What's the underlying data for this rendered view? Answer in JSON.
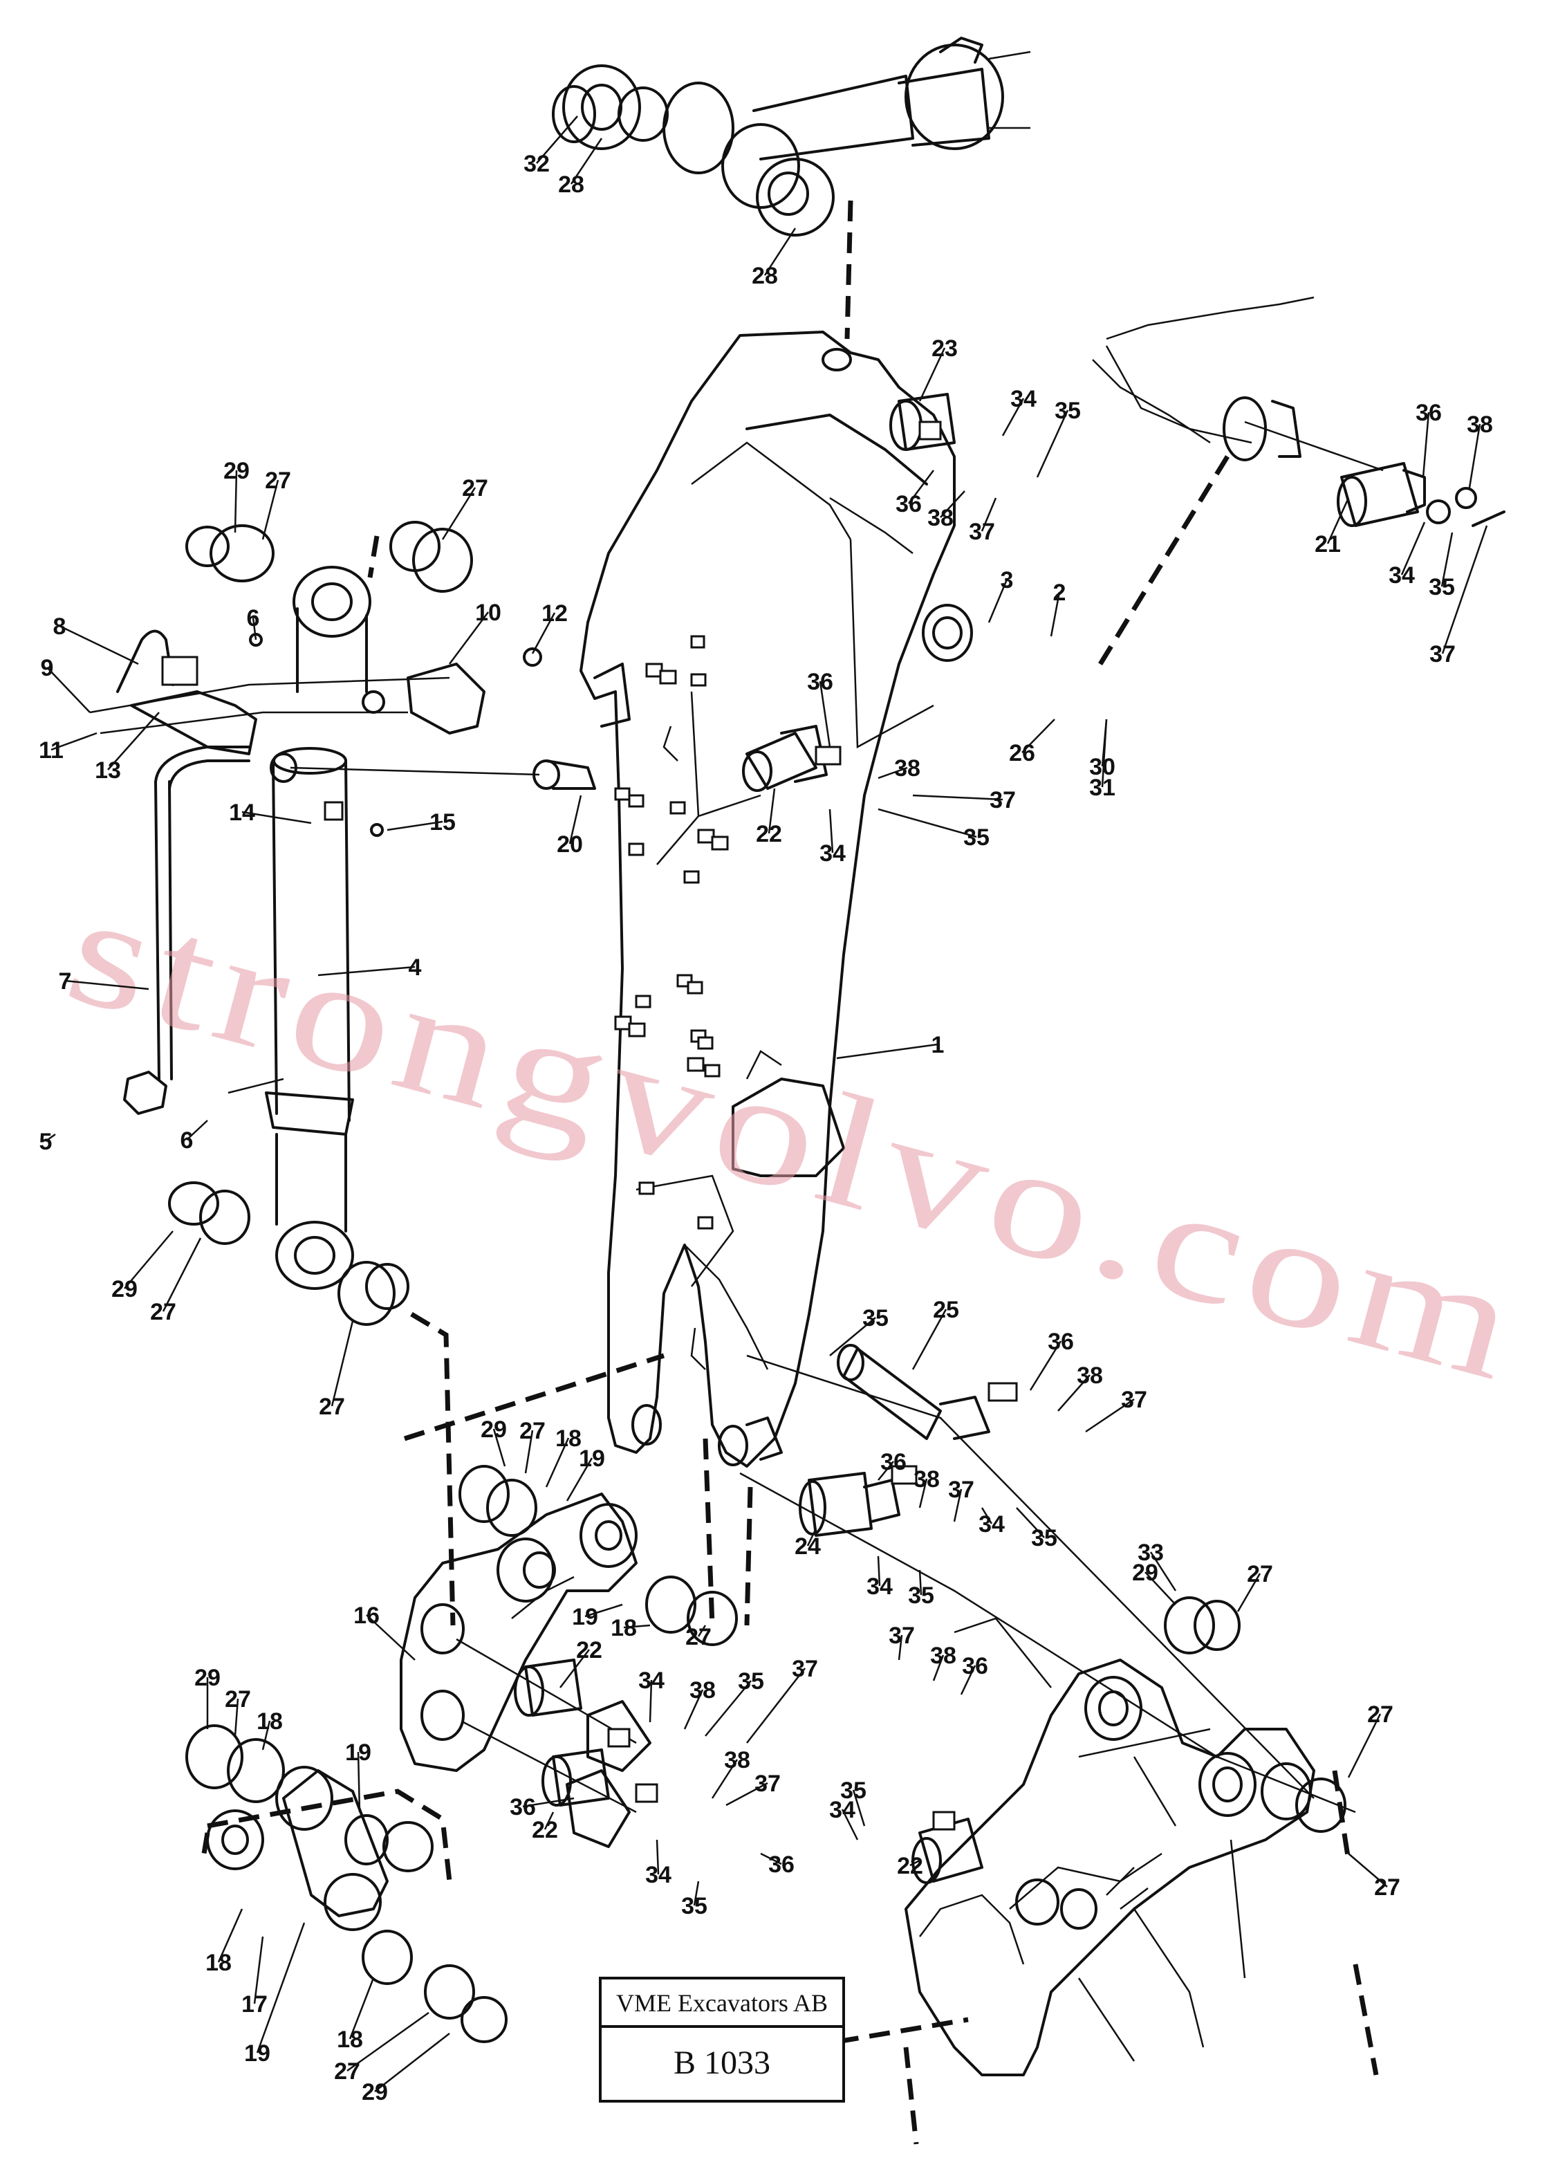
{
  "watermark": "strongvolvo.com",
  "title_block": {
    "company": "VME Excavators AB",
    "drawing_code": "B 1033"
  },
  "callouts": [
    {
      "label": "32"
    },
    {
      "label": "28"
    },
    {
      "label": "28"
    },
    {
      "label": "23"
    },
    {
      "label": "34"
    },
    {
      "label": "35"
    },
    {
      "label": "36"
    },
    {
      "label": "38"
    },
    {
      "label": "37"
    },
    {
      "label": "36"
    },
    {
      "label": "38"
    },
    {
      "label": "21"
    },
    {
      "label": "34"
    },
    {
      "label": "35"
    },
    {
      "label": "37"
    },
    {
      "label": "29"
    },
    {
      "label": "27"
    },
    {
      "label": "27"
    },
    {
      "label": "8"
    },
    {
      "label": "6"
    },
    {
      "label": "10"
    },
    {
      "label": "12"
    },
    {
      "label": "9"
    },
    {
      "label": "11"
    },
    {
      "label": "13"
    },
    {
      "label": "3"
    },
    {
      "label": "2"
    },
    {
      "label": "26"
    },
    {
      "label": "30"
    },
    {
      "label": "31"
    },
    {
      "label": "36"
    },
    {
      "label": "38"
    },
    {
      "label": "37"
    },
    {
      "label": "35"
    },
    {
      "label": "22"
    },
    {
      "label": "34"
    },
    {
      "label": "14"
    },
    {
      "label": "15"
    },
    {
      "label": "20"
    },
    {
      "label": "4"
    },
    {
      "label": "7"
    },
    {
      "label": "1"
    },
    {
      "label": "5"
    },
    {
      "label": "6"
    },
    {
      "label": "29"
    },
    {
      "label": "27"
    },
    {
      "label": "27"
    },
    {
      "label": "35"
    },
    {
      "label": "25"
    },
    {
      "label": "36"
    },
    {
      "label": "38"
    },
    {
      "label": "37"
    },
    {
      "label": "29"
    },
    {
      "label": "27"
    },
    {
      "label": "18"
    },
    {
      "label": "19"
    },
    {
      "label": "36"
    },
    {
      "label": "38"
    },
    {
      "label": "37"
    },
    {
      "label": "34"
    },
    {
      "label": "35"
    },
    {
      "label": "24"
    },
    {
      "label": "34"
    },
    {
      "label": "35"
    },
    {
      "label": "19"
    },
    {
      "label": "18"
    },
    {
      "label": "27"
    },
    {
      "label": "33"
    },
    {
      "label": "29"
    },
    {
      "label": "27"
    },
    {
      "label": "16"
    },
    {
      "label": "22"
    },
    {
      "label": "34"
    },
    {
      "label": "38"
    },
    {
      "label": "35"
    },
    {
      "label": "37"
    },
    {
      "label": "37"
    },
    {
      "label": "38"
    },
    {
      "label": "36"
    },
    {
      "label": "35"
    },
    {
      "label": "34"
    },
    {
      "label": "27"
    },
    {
      "label": "29"
    },
    {
      "label": "27"
    },
    {
      "label": "18"
    },
    {
      "label": "19"
    },
    {
      "label": "36"
    },
    {
      "label": "22"
    },
    {
      "label": "38"
    },
    {
      "label": "37"
    },
    {
      "label": "34"
    },
    {
      "label": "35"
    },
    {
      "label": "36"
    },
    {
      "label": "22"
    },
    {
      "label": "27"
    },
    {
      "label": "18"
    },
    {
      "label": "17"
    },
    {
      "label": "19"
    },
    {
      "label": "18"
    },
    {
      "label": "27"
    },
    {
      "label": "29"
    }
  ]
}
